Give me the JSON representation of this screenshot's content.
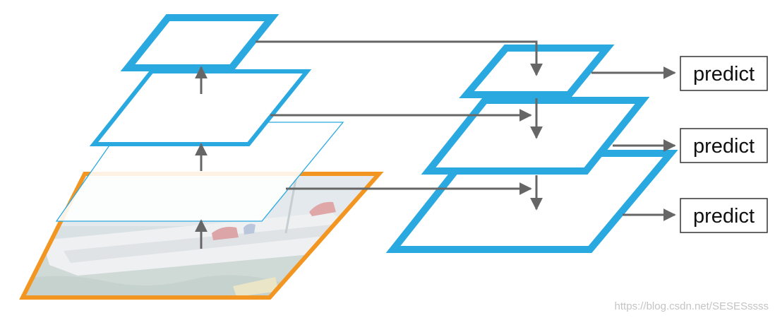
{
  "colors": {
    "feature_map_blue": "#2aa9e0",
    "image_border_orange": "#f39521",
    "arrow_gray": "#666666",
    "predict_box_border": "#333333"
  },
  "predictions": [
    {
      "label": "predict"
    },
    {
      "label": "predict"
    },
    {
      "label": "predict"
    }
  ],
  "watermark": "https://blog.csdn.net/SESESssss"
}
